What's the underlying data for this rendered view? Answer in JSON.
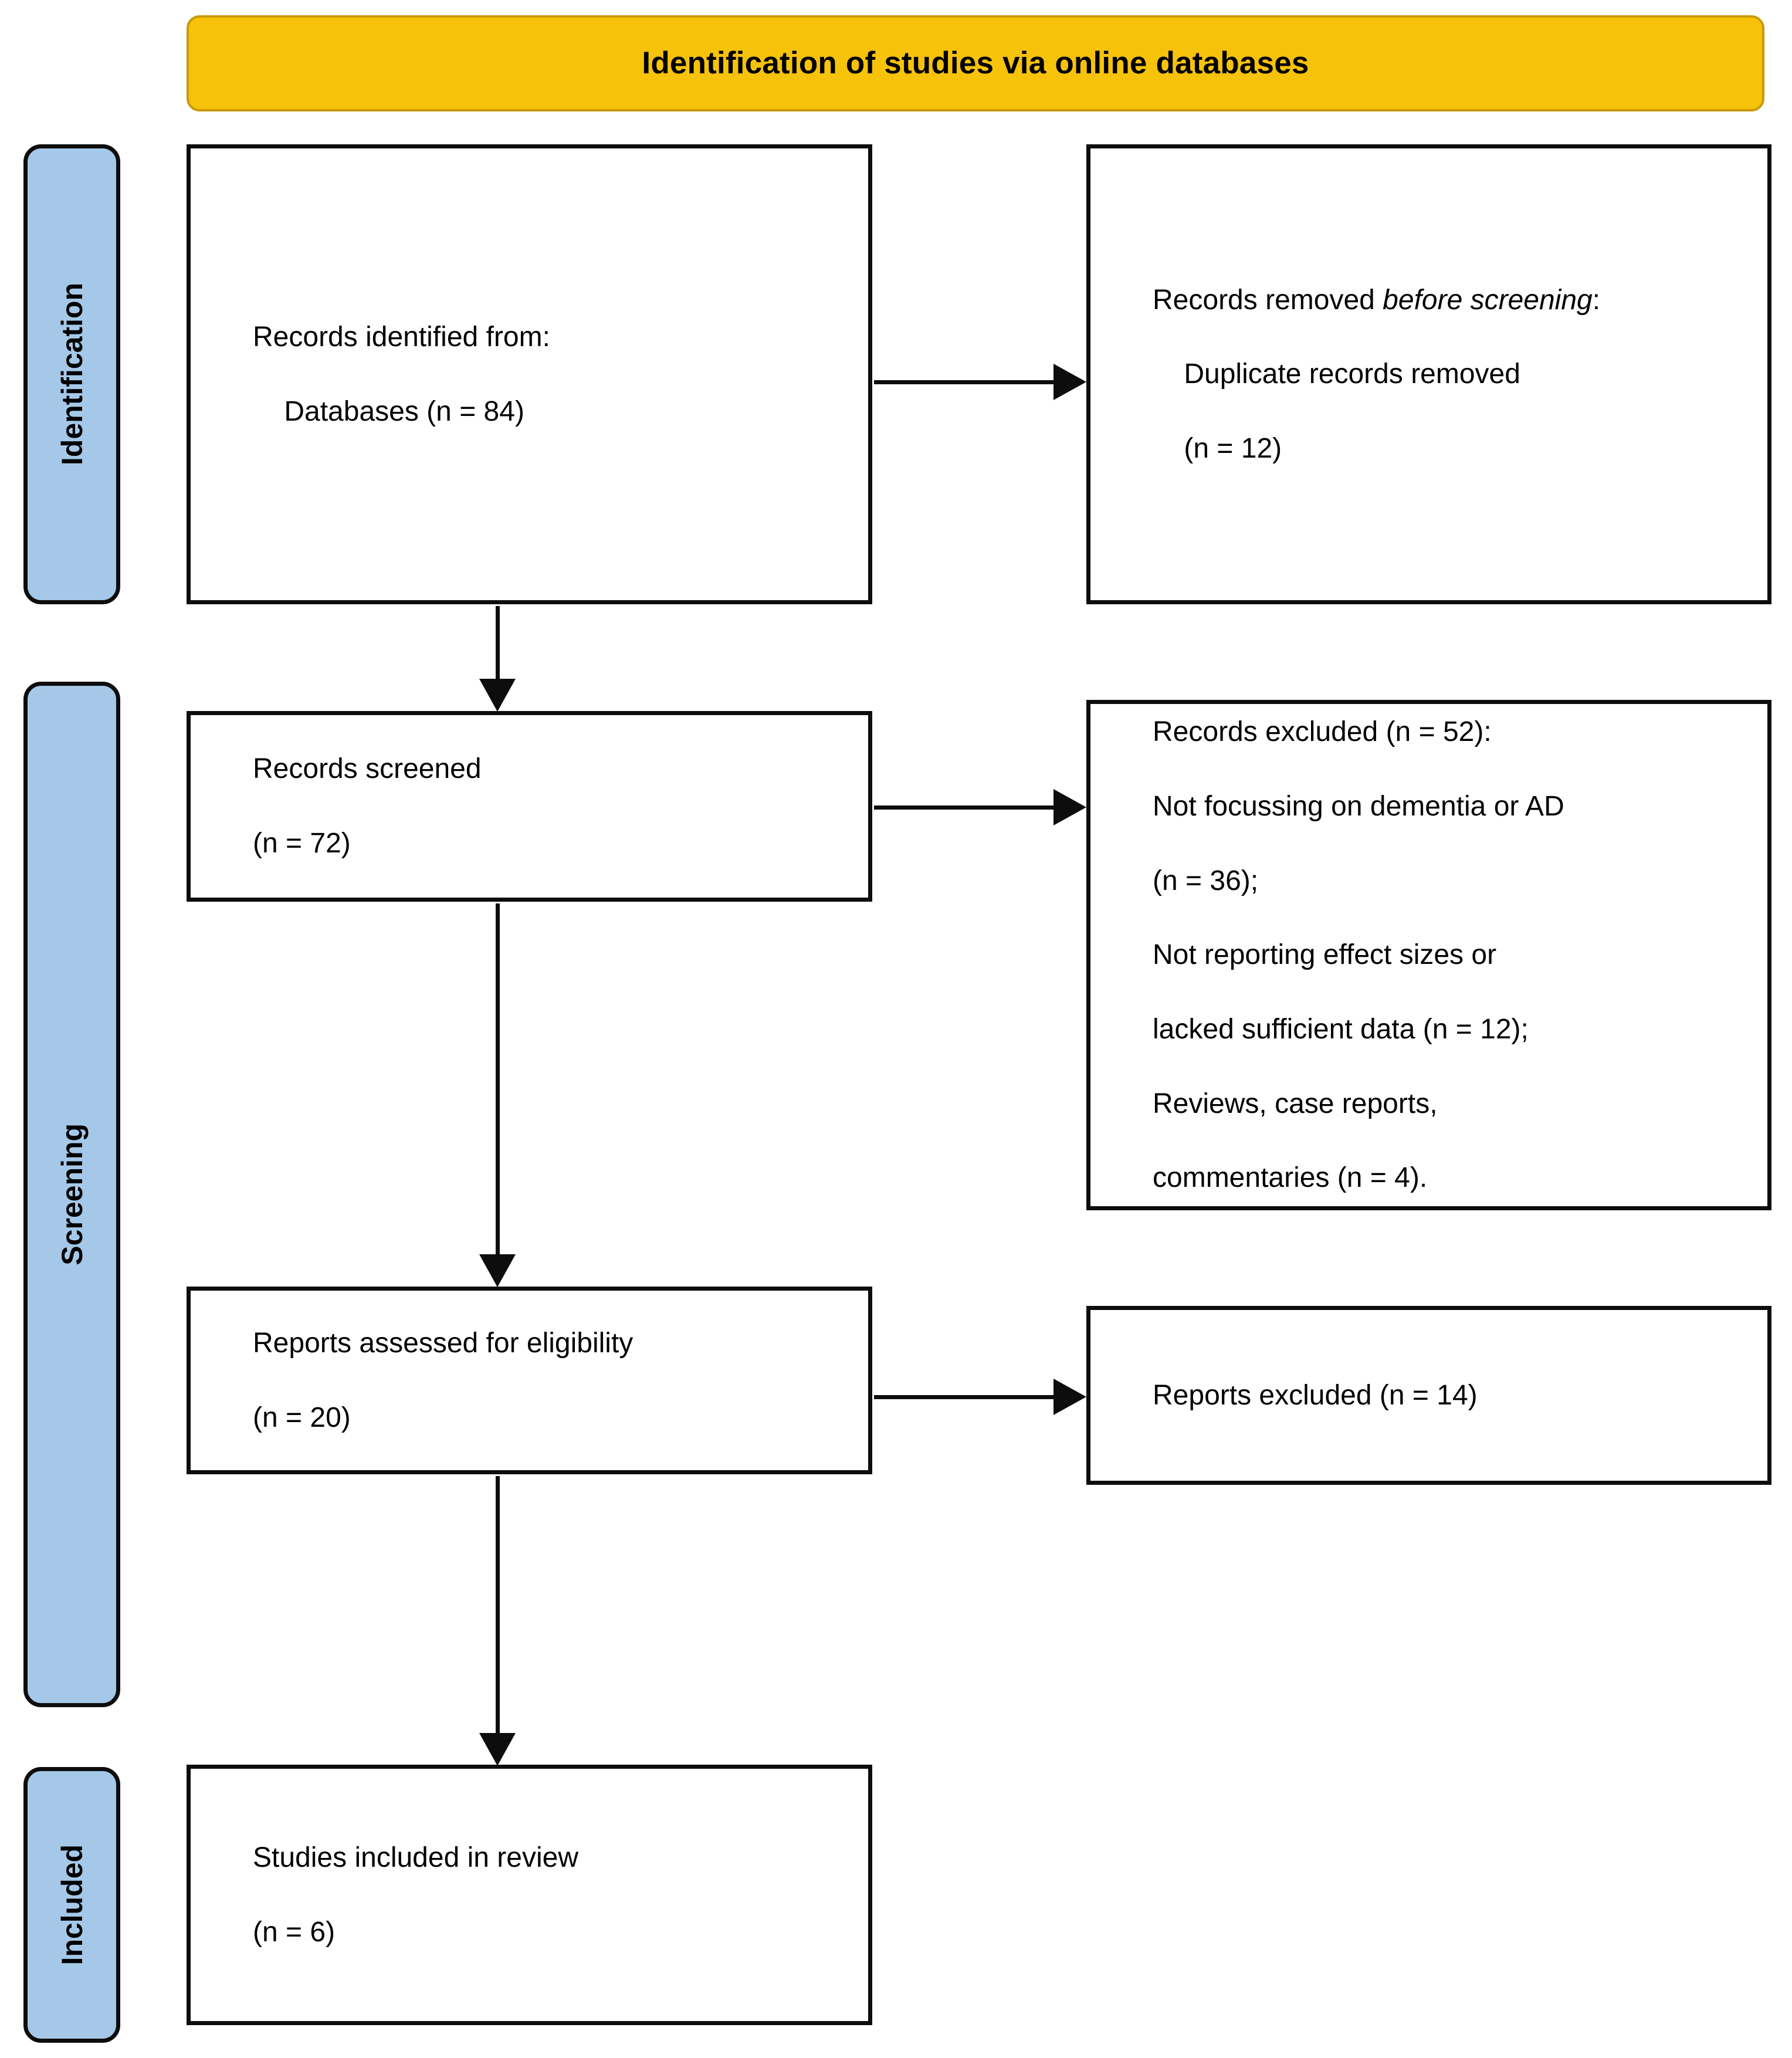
{
  "banner": {
    "title": "Identification of studies via online databases",
    "fill_color": "#F7C20A",
    "border_color": "#C9990A"
  },
  "stages": {
    "identification": {
      "label": "Identification",
      "fill_color": "#A5C8E8"
    },
    "screening": {
      "label": "Screening",
      "fill_color": "#A5C8E8"
    },
    "included": {
      "label": "Included",
      "fill_color": "#A5C8E8"
    }
  },
  "boxes": {
    "identified": {
      "line1": "Records identified from:",
      "line2": "    Databases (n = 84)",
      "count": 84
    },
    "removed": {
      "prefix": "Records removed ",
      "italic": "before screening",
      "suffix": ":",
      "line2": "    Duplicate records removed",
      "line3": "    (n = 12)",
      "count": 12
    },
    "screened": {
      "line1": "Records screened",
      "line2": "(n = 72)",
      "count": 72
    },
    "records_excluded": {
      "line1": "Records excluded (n = 52):",
      "line2": "Not focussing on dementia or AD",
      "line3": "(n = 36);",
      "line4": "Not reporting effect sizes or",
      "line5": "lacked sufficient data (n = 12);",
      "line6": "Reviews, case reports,",
      "line7": "commentaries (n = 4).",
      "total": 52,
      "reasons": [
        {
          "reason": "Not focussing on dementia or AD",
          "n": 36
        },
        {
          "reason": "Not reporting effect sizes or lacked sufficient data",
          "n": 12
        },
        {
          "reason": "Reviews, case reports, commentaries",
          "n": 4
        }
      ]
    },
    "assessed": {
      "line1": "Reports assessed for eligibility",
      "line2": "(n = 20)",
      "count": 20
    },
    "reports_excluded": {
      "line1": "Reports excluded (n = 14)",
      "count": 14
    },
    "included": {
      "line1": "Studies included in review",
      "line2": "(n = 6)",
      "count": 6
    }
  },
  "flow": {
    "type": "prisma-flow",
    "nodes": [
      {
        "id": "identified",
        "stage": "Identification",
        "label": "Records identified from: Databases",
        "n": 84
      },
      {
        "id": "removed",
        "stage": "Identification",
        "label": "Records removed before screening: Duplicate records removed",
        "n": 12
      },
      {
        "id": "screened",
        "stage": "Screening",
        "label": "Records screened",
        "n": 72
      },
      {
        "id": "records_excluded",
        "stage": "Screening",
        "label": "Records excluded",
        "n": 52
      },
      {
        "id": "assessed",
        "stage": "Screening",
        "label": "Reports assessed for eligibility",
        "n": 20
      },
      {
        "id": "reports_excluded",
        "stage": "Screening",
        "label": "Reports excluded",
        "n": 14
      },
      {
        "id": "included",
        "stage": "Included",
        "label": "Studies included in review",
        "n": 6
      }
    ],
    "edges": [
      {
        "from": "identified",
        "to": "removed",
        "direction": "right"
      },
      {
        "from": "identified",
        "to": "screened",
        "direction": "down"
      },
      {
        "from": "screened",
        "to": "records_excluded",
        "direction": "right"
      },
      {
        "from": "screened",
        "to": "assessed",
        "direction": "down"
      },
      {
        "from": "assessed",
        "to": "reports_excluded",
        "direction": "right"
      },
      {
        "from": "assessed",
        "to": "included",
        "direction": "down"
      }
    ]
  }
}
